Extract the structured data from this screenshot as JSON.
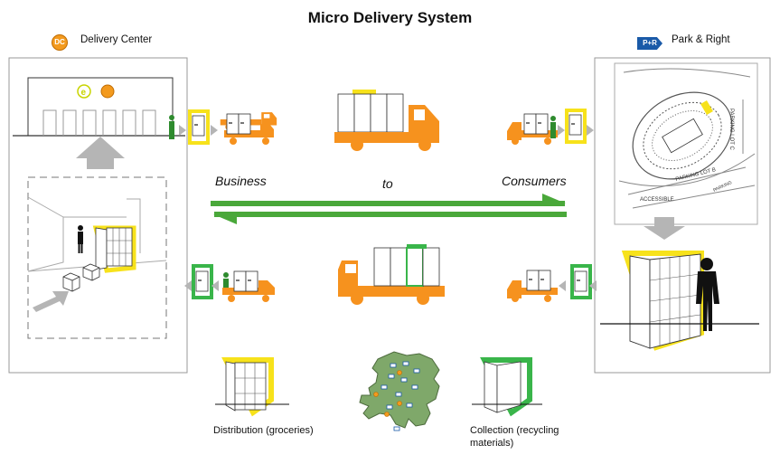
{
  "title": "Micro Delivery System",
  "left_panel": {
    "label": "Delivery Center",
    "badge": "DC"
  },
  "right_panel": {
    "label": "Park & Right",
    "badge": "P+R"
  },
  "flow": {
    "business": "Business",
    "to": "to",
    "consumers": "Consumers"
  },
  "captions": {
    "distribution": "Distribution (groceries)",
    "collection_line1": "Collection (recycling",
    "collection_line2": "materials)"
  },
  "map_labels": {
    "parking_lot_b": "PARKING LOT B",
    "parking_lot_c": "PARKING LOT C",
    "accessible": "ACCESSIBLE",
    "parking": "PARKING"
  },
  "colors": {
    "truck_orange": "#f6921e",
    "distribution_yellow": "#f7e21b",
    "collection_green": "#39b54a",
    "arrow_green": "#4aa83a",
    "arrow_gray": "#b5b5b5",
    "map_green": "#7fa86a",
    "pr_blue": "#1a5aa8"
  },
  "icons": [
    "dc-logo-icon",
    "e-logo-icon",
    "park-ride-icon",
    "person-icon",
    "box-icon",
    "netherlands-map-icon"
  ]
}
